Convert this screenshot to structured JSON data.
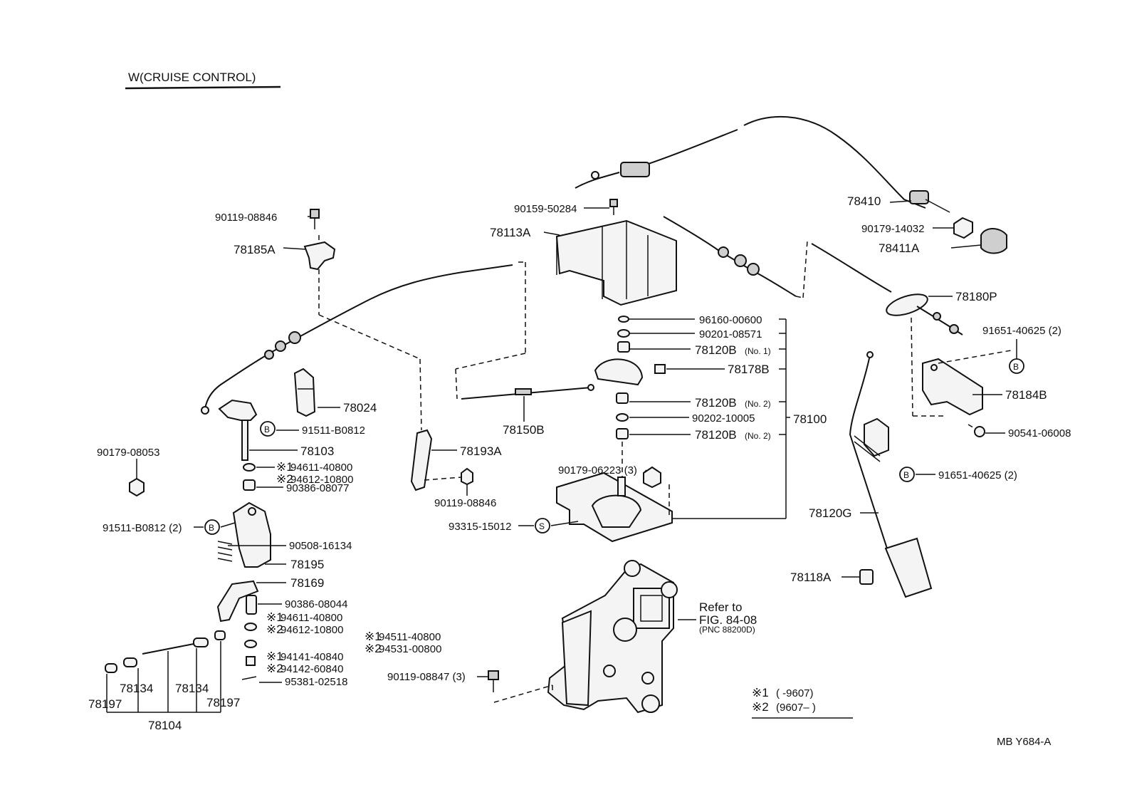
{
  "title": "W(CRUISE  CONTROL)",
  "figure_code": "MB  Y684-A",
  "refer_note": {
    "line1": "Refer to",
    "line2": "FIG. 84-08",
    "line3": "(PNC 88200D)"
  },
  "legend": {
    "n1_mark": "※1",
    "n1_range": "(        -9607)",
    "n2_mark": "※2",
    "n2_range": "(9607–        )"
  },
  "callout_letters": {
    "b": "B",
    "s": "S"
  },
  "parts": {
    "p90119_08846_top": "90119-08846",
    "p78185A": "78185A",
    "p78024": "78024",
    "p91511_B0812": "91511-B0812",
    "p78103": "78103",
    "p94611_40800_a": "94611-40800",
    "p94612_10800_a": "94612-10800",
    "p90386_08077": "90386-08077",
    "p90179_08053": "90179-08053",
    "p91511_B0812_2": "91511-B0812 (2)",
    "p90508_16134": "90508-16134",
    "p78195": "78195",
    "p78169": "78169",
    "p90386_08044": "90386-08044",
    "p94611_40800_b": "94611-40800",
    "p94612_10800_b": "94612-10800",
    "p94511_40800": "94511-40800",
    "p94531_00800": "94531-00800",
    "p94141_40840": "94141-40840",
    "p94142_60840": "94142-60840",
    "p95381_02518": "95381-02518",
    "p78134_a": "78134",
    "p78134_b": "78134",
    "p78197_a": "78197",
    "p78197_b": "78197",
    "p78104": "78104",
    "p78193A": "78193A",
    "p90119_08846_mid": "90119-08846",
    "p78150B": "78150B",
    "p90159_50284": "90159-50284",
    "p78113A": "78113A",
    "p96160_00600": "96160-00600",
    "p90201_08571": "90201-08571",
    "p78120B_no1": "78120B",
    "p78120B_no1_tag": "(No. 1)",
    "p78178B": "78178B",
    "p78120B_no2a": "78120B",
    "p78120B_no2a_tag": "(No. 2)",
    "p90202_10005": "90202-10005",
    "p78100": "78100",
    "p78120B_no2b": "78120B",
    "p78120B_no2b_tag": "(No. 2)",
    "p90179_06223": "90179-06223 (3)",
    "p93315_15012": "93315-15012",
    "p90119_08847": "90119-08847 (3)",
    "p78410": "78410",
    "p90179_14032": "90179-14032",
    "p78411A": "78411A",
    "p78180P": "78180P",
    "p91651_40625_top": "91651-40625 (2)",
    "p78184B": "78184B",
    "p90541_06008": "90541-06008",
    "p91651_40625_mid": "91651-40625 (2)",
    "p78120G": "78120G",
    "p78118A": "78118A"
  },
  "marks": {
    "n1": "※1",
    "n2": "※2"
  }
}
